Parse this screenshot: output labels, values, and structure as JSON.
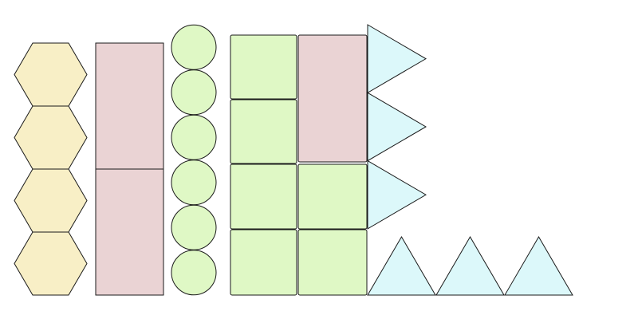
{
  "colors": {
    "hexagon": "#f8efc6",
    "rectangle": "#ead3d4",
    "circle": "#dff8c5",
    "square": "#dff8c5",
    "triangle": "#dcf8fa",
    "stroke": "#1a1a1a"
  },
  "groups": [
    {
      "shape": "hexagon",
      "count": 4
    },
    {
      "shape": "rectangle",
      "count": 2
    },
    {
      "shape": "circle",
      "count": 6
    },
    {
      "shape": "rounded-square-grid",
      "cells": [
        "green",
        "pink-tall",
        "green",
        "green",
        "green",
        "green"
      ]
    },
    {
      "shape": "triangle-right",
      "count": 3
    },
    {
      "shape": "triangle-up",
      "count": 3
    }
  ]
}
